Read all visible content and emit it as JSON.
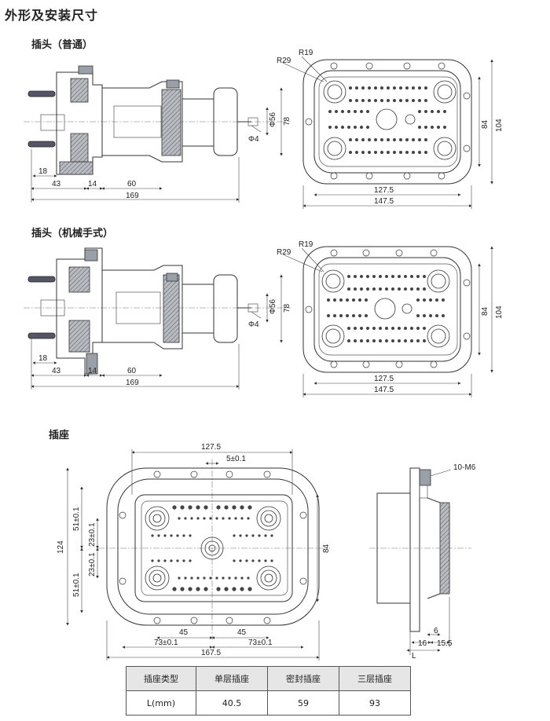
{
  "title": "外形及安装尺寸",
  "sections": {
    "plug_normal": "插头（普通）",
    "plug_mech": "插头（机械手式）",
    "socket": "插座"
  },
  "plug_dims": {
    "d18": "18",
    "d43": "43",
    "d14": "14",
    "d60": "60",
    "d169": "169",
    "phi4": "Φ4",
    "phi56": "Φ56",
    "d78": "78"
  },
  "plug_front_dims": {
    "r29": "R29",
    "r19": "R19",
    "d84": "84",
    "d104": "104",
    "d127_5": "127.5",
    "d147_5": "147.5"
  },
  "socket_dims": {
    "d127_5": "127.5",
    "d5": "5±0.1",
    "d51a": "51±0.1",
    "d23a": "23±0.1",
    "d23b": "23±0.1",
    "d51b": "51±0.1",
    "d124": "124",
    "d84": "84",
    "d45a": "45",
    "d45b": "45",
    "d73a": "73±0.1",
    "d73b": "73±0.1",
    "d167_5": "167.5",
    "m6": "10-M6",
    "d6": "6",
    "d16": "16",
    "d15_5": "15.5",
    "dL": "L"
  },
  "table": {
    "headers": [
      "插座类型",
      "单层插座",
      "密封插座",
      "三层插座"
    ],
    "row_label": "L(mm)",
    "row_values": [
      "40.5",
      "59",
      "93"
    ]
  }
}
